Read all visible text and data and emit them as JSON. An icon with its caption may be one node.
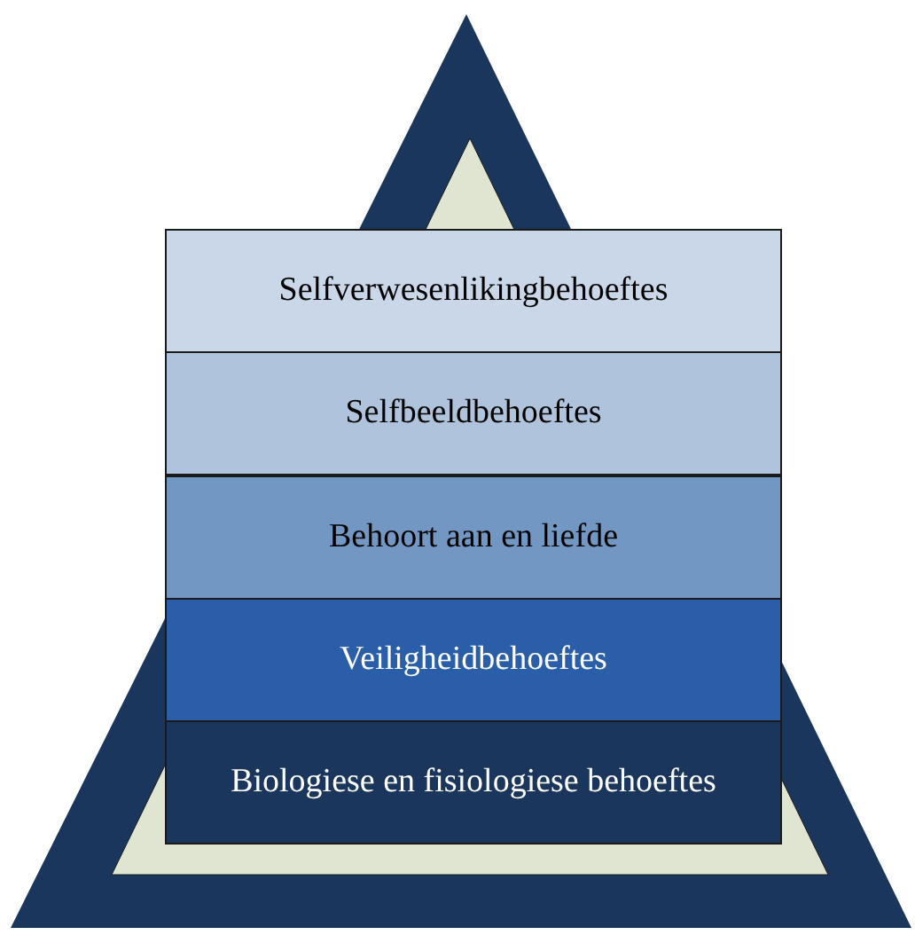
{
  "diagram": {
    "nodes": [
      {
        "text": [
          "Selfverwesenlikingbehoeftes"
        ]
      },
      {
        "text": [
          "Selfbeeldbehoeftes"
        ]
      },
      {
        "text": [
          "Behoort aan en liefde"
        ]
      },
      {
        "text": [
          "Veiligheidbehoeftes"
        ]
      },
      {
        "text": [
          "Biologiese en fisiologiese behoeftes"
        ]
      }
    ]
  }
}
